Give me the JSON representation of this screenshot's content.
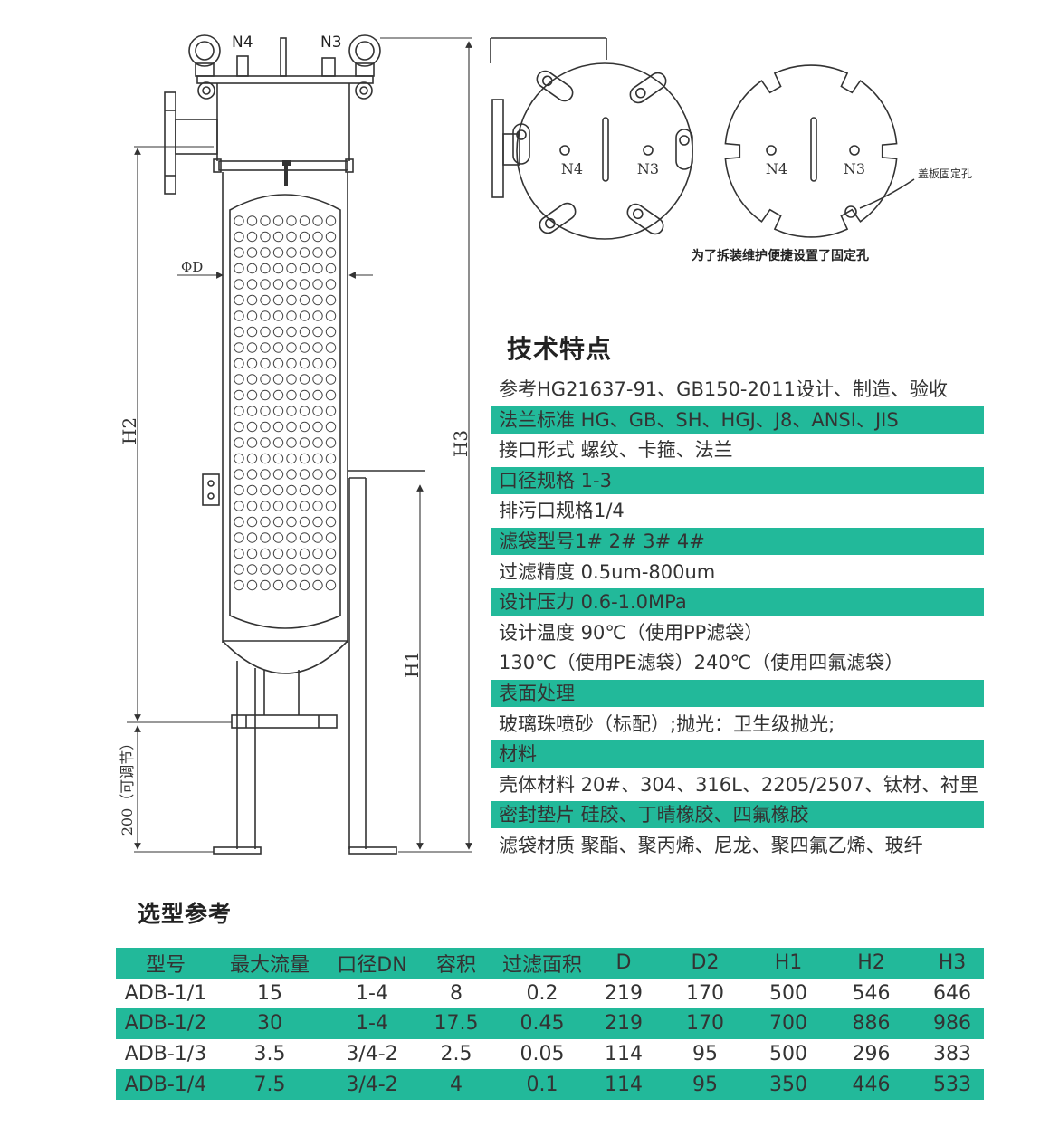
{
  "diagram": {
    "port_labels": [
      "N4",
      "N3"
    ],
    "dim_labels": {
      "phi_d": "ΦD",
      "h1": "H1",
      "h2": "H2",
      "h3": "H3",
      "adjust": "200（可调节）"
    },
    "cover_labels": [
      "N4",
      "N3",
      "N4",
      "N3"
    ],
    "fix_hole_label": "盖板固定孔",
    "caption": "为了拆装维护便捷设置了固定孔"
  },
  "tech": {
    "title": "技术特点",
    "rows": [
      {
        "text": "参考HG21637-91、GB150-2011设计、制造、验收",
        "highlight": false
      },
      {
        "text": "法兰标准  HG、GB、SH、HGJ、J8、ANSI、JIS",
        "highlight": true
      },
      {
        "text": "接口形式  螺纹、卡箍、法兰",
        "highlight": false
      },
      {
        "text": "口径规格  1-3",
        "highlight": true
      },
      {
        "text": "排污口规格1/4",
        "highlight": false
      },
      {
        "text": "滤袋型号1# 2# 3# 4#",
        "highlight": true
      },
      {
        "text": "过滤精度  0.5um-800um",
        "highlight": false
      },
      {
        "text": "设计压力 0.6-1.0MPa",
        "highlight": true
      },
      {
        "text": "设计温度  90℃（使用PP滤袋）",
        "highlight": false
      },
      {
        "text": "130℃（使用PE滤袋）240℃（使用四氟滤袋）",
        "highlight": false
      },
      {
        "text": "表面处理",
        "highlight": true
      },
      {
        "text": "玻璃珠喷砂（标配）;抛光：卫生级抛光;",
        "highlight": false
      },
      {
        "text": "材料",
        "highlight": true
      },
      {
        "text": "壳体材料  20#、304、316L、2205/2507、钛材、衬里",
        "highlight": false
      },
      {
        "text": "密封垫片  硅胶、丁晴橡胶、四氟橡胶",
        "highlight": true
      },
      {
        "text": "滤袋材质  聚酯、聚丙烯、尼龙、聚四氟乙烯、玻纤",
        "highlight": false
      }
    ]
  },
  "selection": {
    "title": "选型参考",
    "headers": [
      "型号",
      "最大流量",
      "口径DN",
      "容积",
      "过滤面积",
      "D",
      "D2",
      "H1",
      "H2",
      "H3"
    ],
    "rows": [
      [
        "ADB-1/1",
        "15",
        "1-4",
        "8",
        "0.2",
        "219",
        "170",
        "500",
        "546",
        "646"
      ],
      [
        "ADB-1/2",
        "30",
        "1-4",
        "17.5",
        "0.45",
        "219",
        "170",
        "700",
        "886",
        "986"
      ],
      [
        "ADB-1/3",
        "3.5",
        "3/4-2",
        "2.5",
        "0.05",
        "114",
        "95",
        "500",
        "296",
        "383"
      ],
      [
        "ADB-1/4",
        "7.5",
        "3/4-2",
        "4",
        "0.1",
        "114",
        "95",
        "350",
        "446",
        "533"
      ]
    ]
  },
  "colors": {
    "accent": "#22b99a",
    "line": "#333333"
  }
}
